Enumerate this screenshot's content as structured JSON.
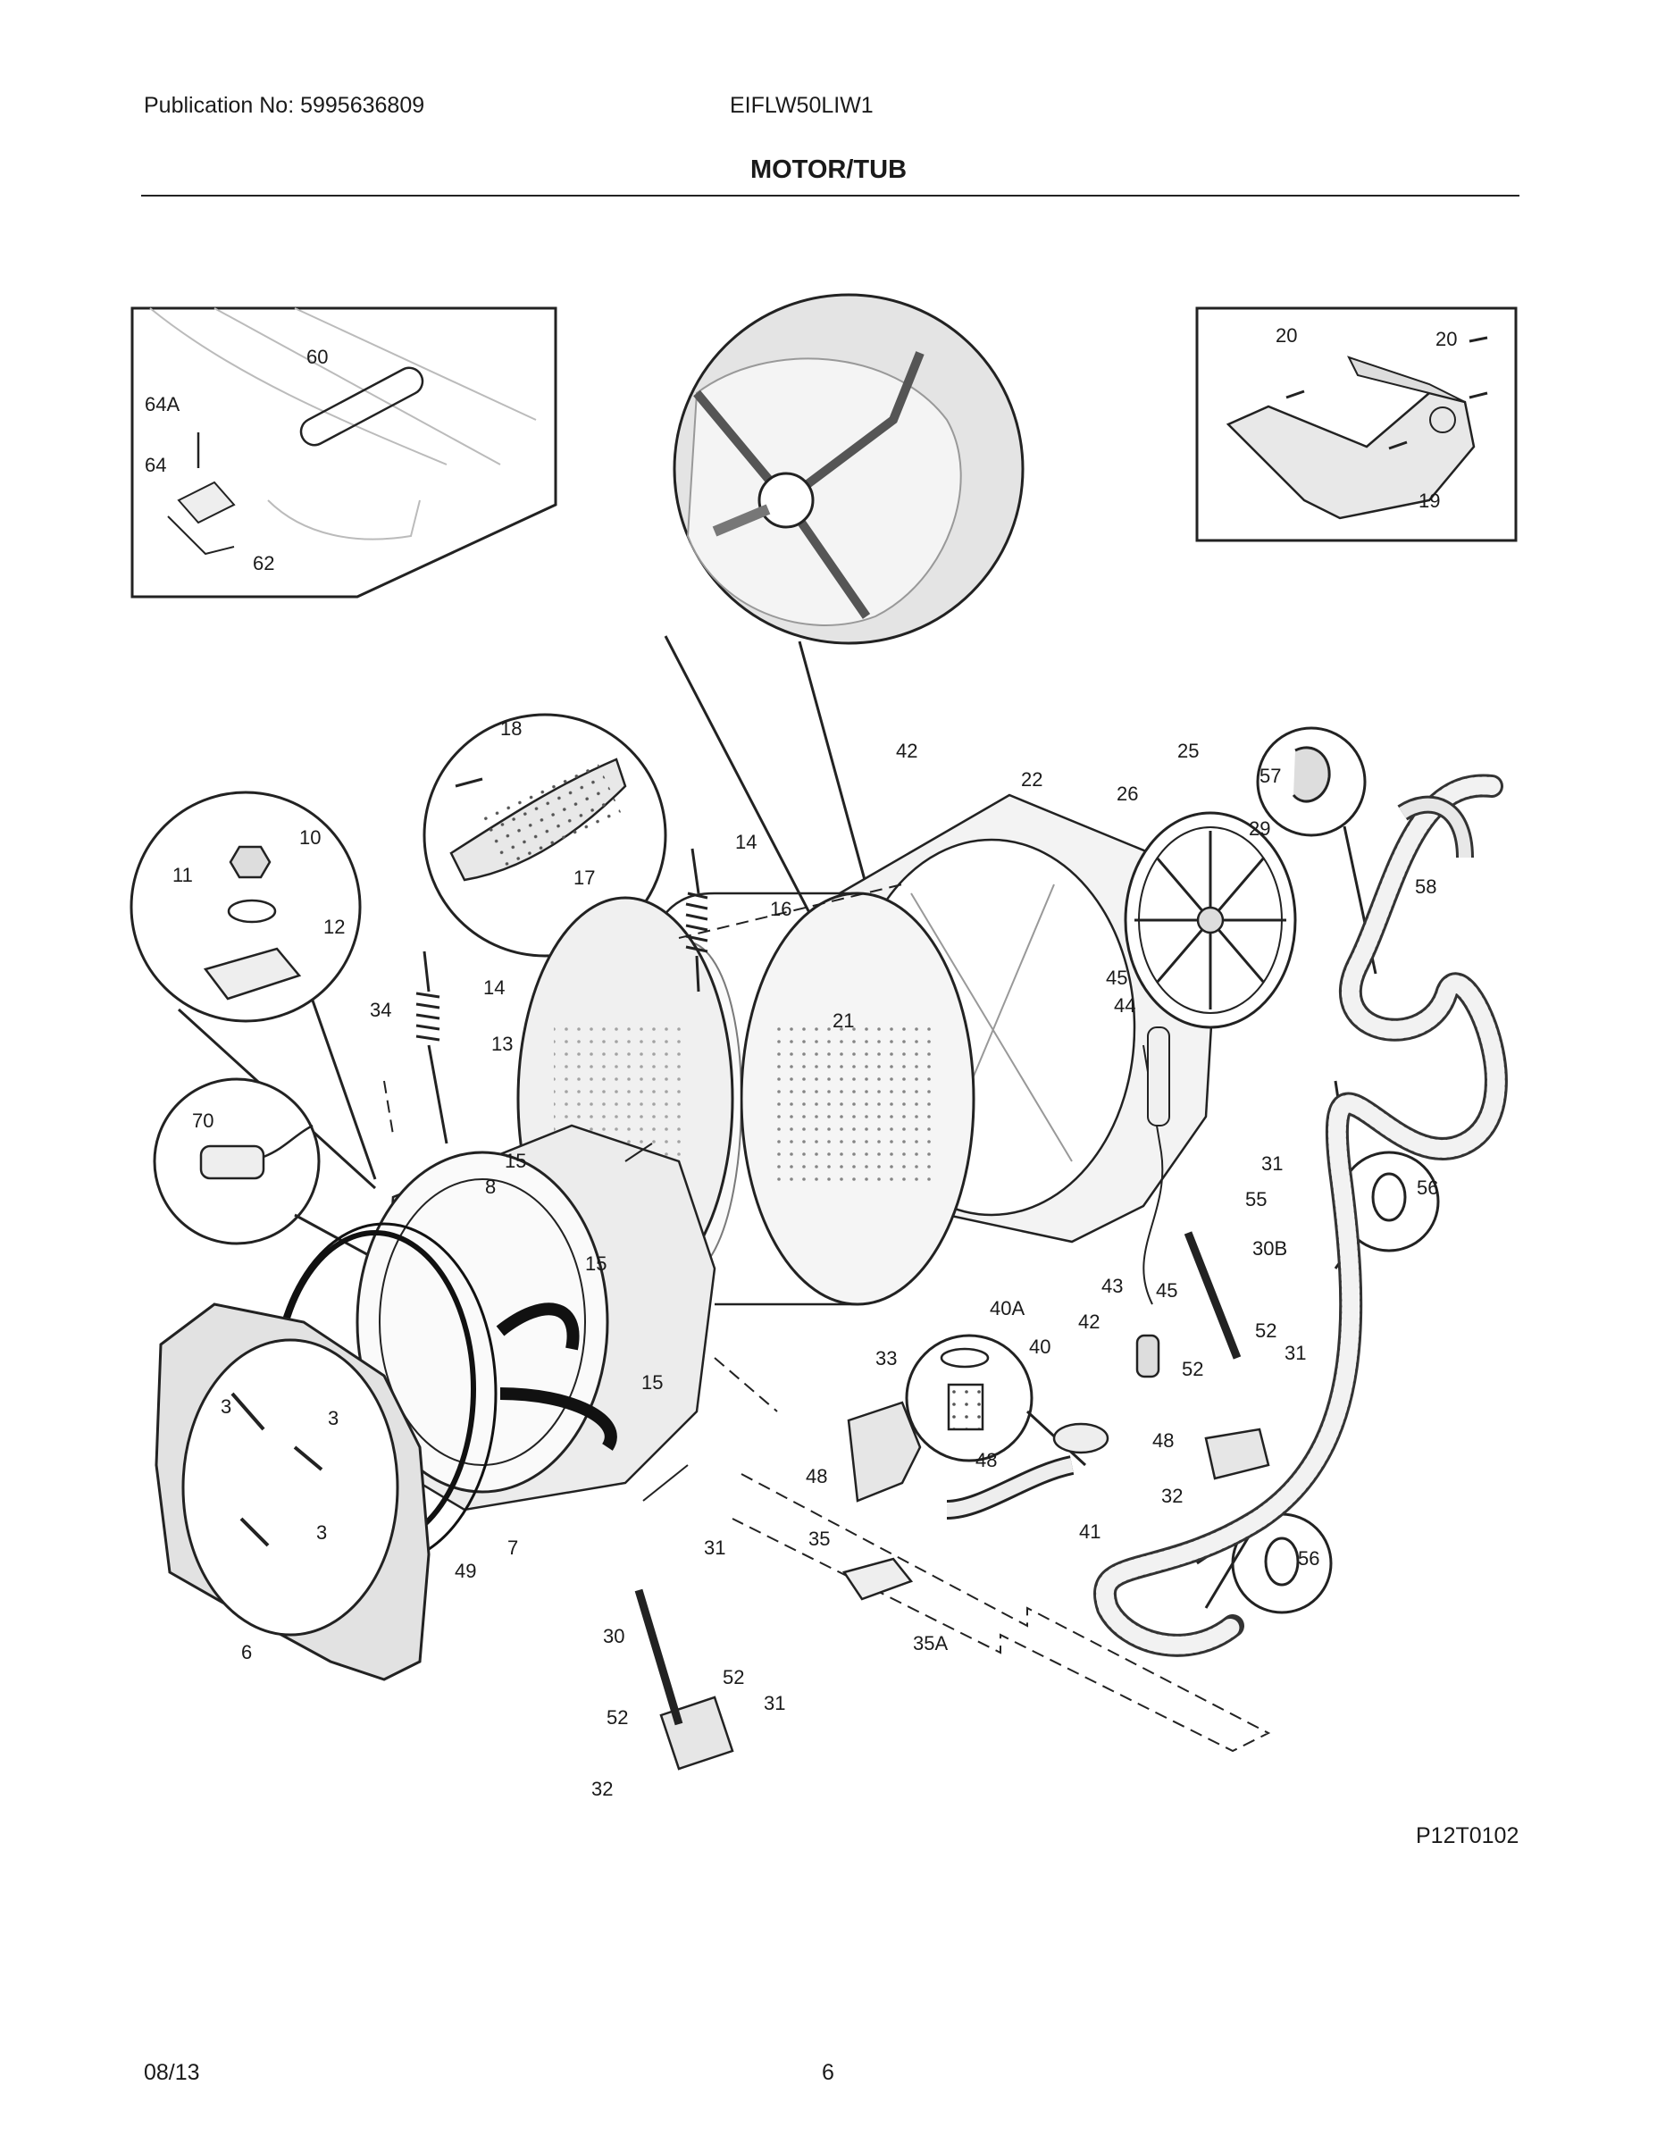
{
  "header": {
    "publication": "Publication No: 5995636809",
    "model": "EIFLW50LIW1",
    "title": "MOTOR/TUB"
  },
  "footer": {
    "diagram_code": "P12T0102",
    "date": "08/13",
    "page": "6"
  },
  "callouts": {
    "c60": "60",
    "c64a": "64A",
    "c64": "64",
    "c62": "62",
    "c20a": "20",
    "c20b": "20",
    "c19": "19",
    "c18": "18",
    "c17": "17",
    "c10": "10",
    "c11": "11",
    "c12": "12",
    "c14a": "14",
    "c14b": "14",
    "c16": "16",
    "c21": "21",
    "c42a": "42",
    "c22": "22",
    "c26": "26",
    "c25": "25",
    "c57": "57",
    "c29": "29",
    "c58": "58",
    "c45a": "45",
    "c44": "44",
    "c31a": "31",
    "c55": "55",
    "c56a": "56",
    "c30b": "30B",
    "c34": "34",
    "c13": "13",
    "c70": "70",
    "c15a": "15",
    "c8": "8",
    "c15b": "15",
    "c15c": "15",
    "c43": "43",
    "c45b": "45",
    "c52a": "52",
    "c52b": "52",
    "c31b": "31",
    "c40a": "40A",
    "c40": "40",
    "c42b": "42",
    "c33": "33",
    "c48a": "48",
    "c48b": "48",
    "c48c": "48",
    "c32a": "32",
    "c56b": "56",
    "c3a": "3",
    "c3b": "3",
    "c3c": "3",
    "c49": "49",
    "c7": "7",
    "c31c": "31",
    "c35": "35",
    "c41": "41",
    "c6": "6",
    "c30": "30",
    "c35a": "35A",
    "c52c": "52",
    "c31d": "31",
    "c52d": "52",
    "c32b": "32"
  }
}
